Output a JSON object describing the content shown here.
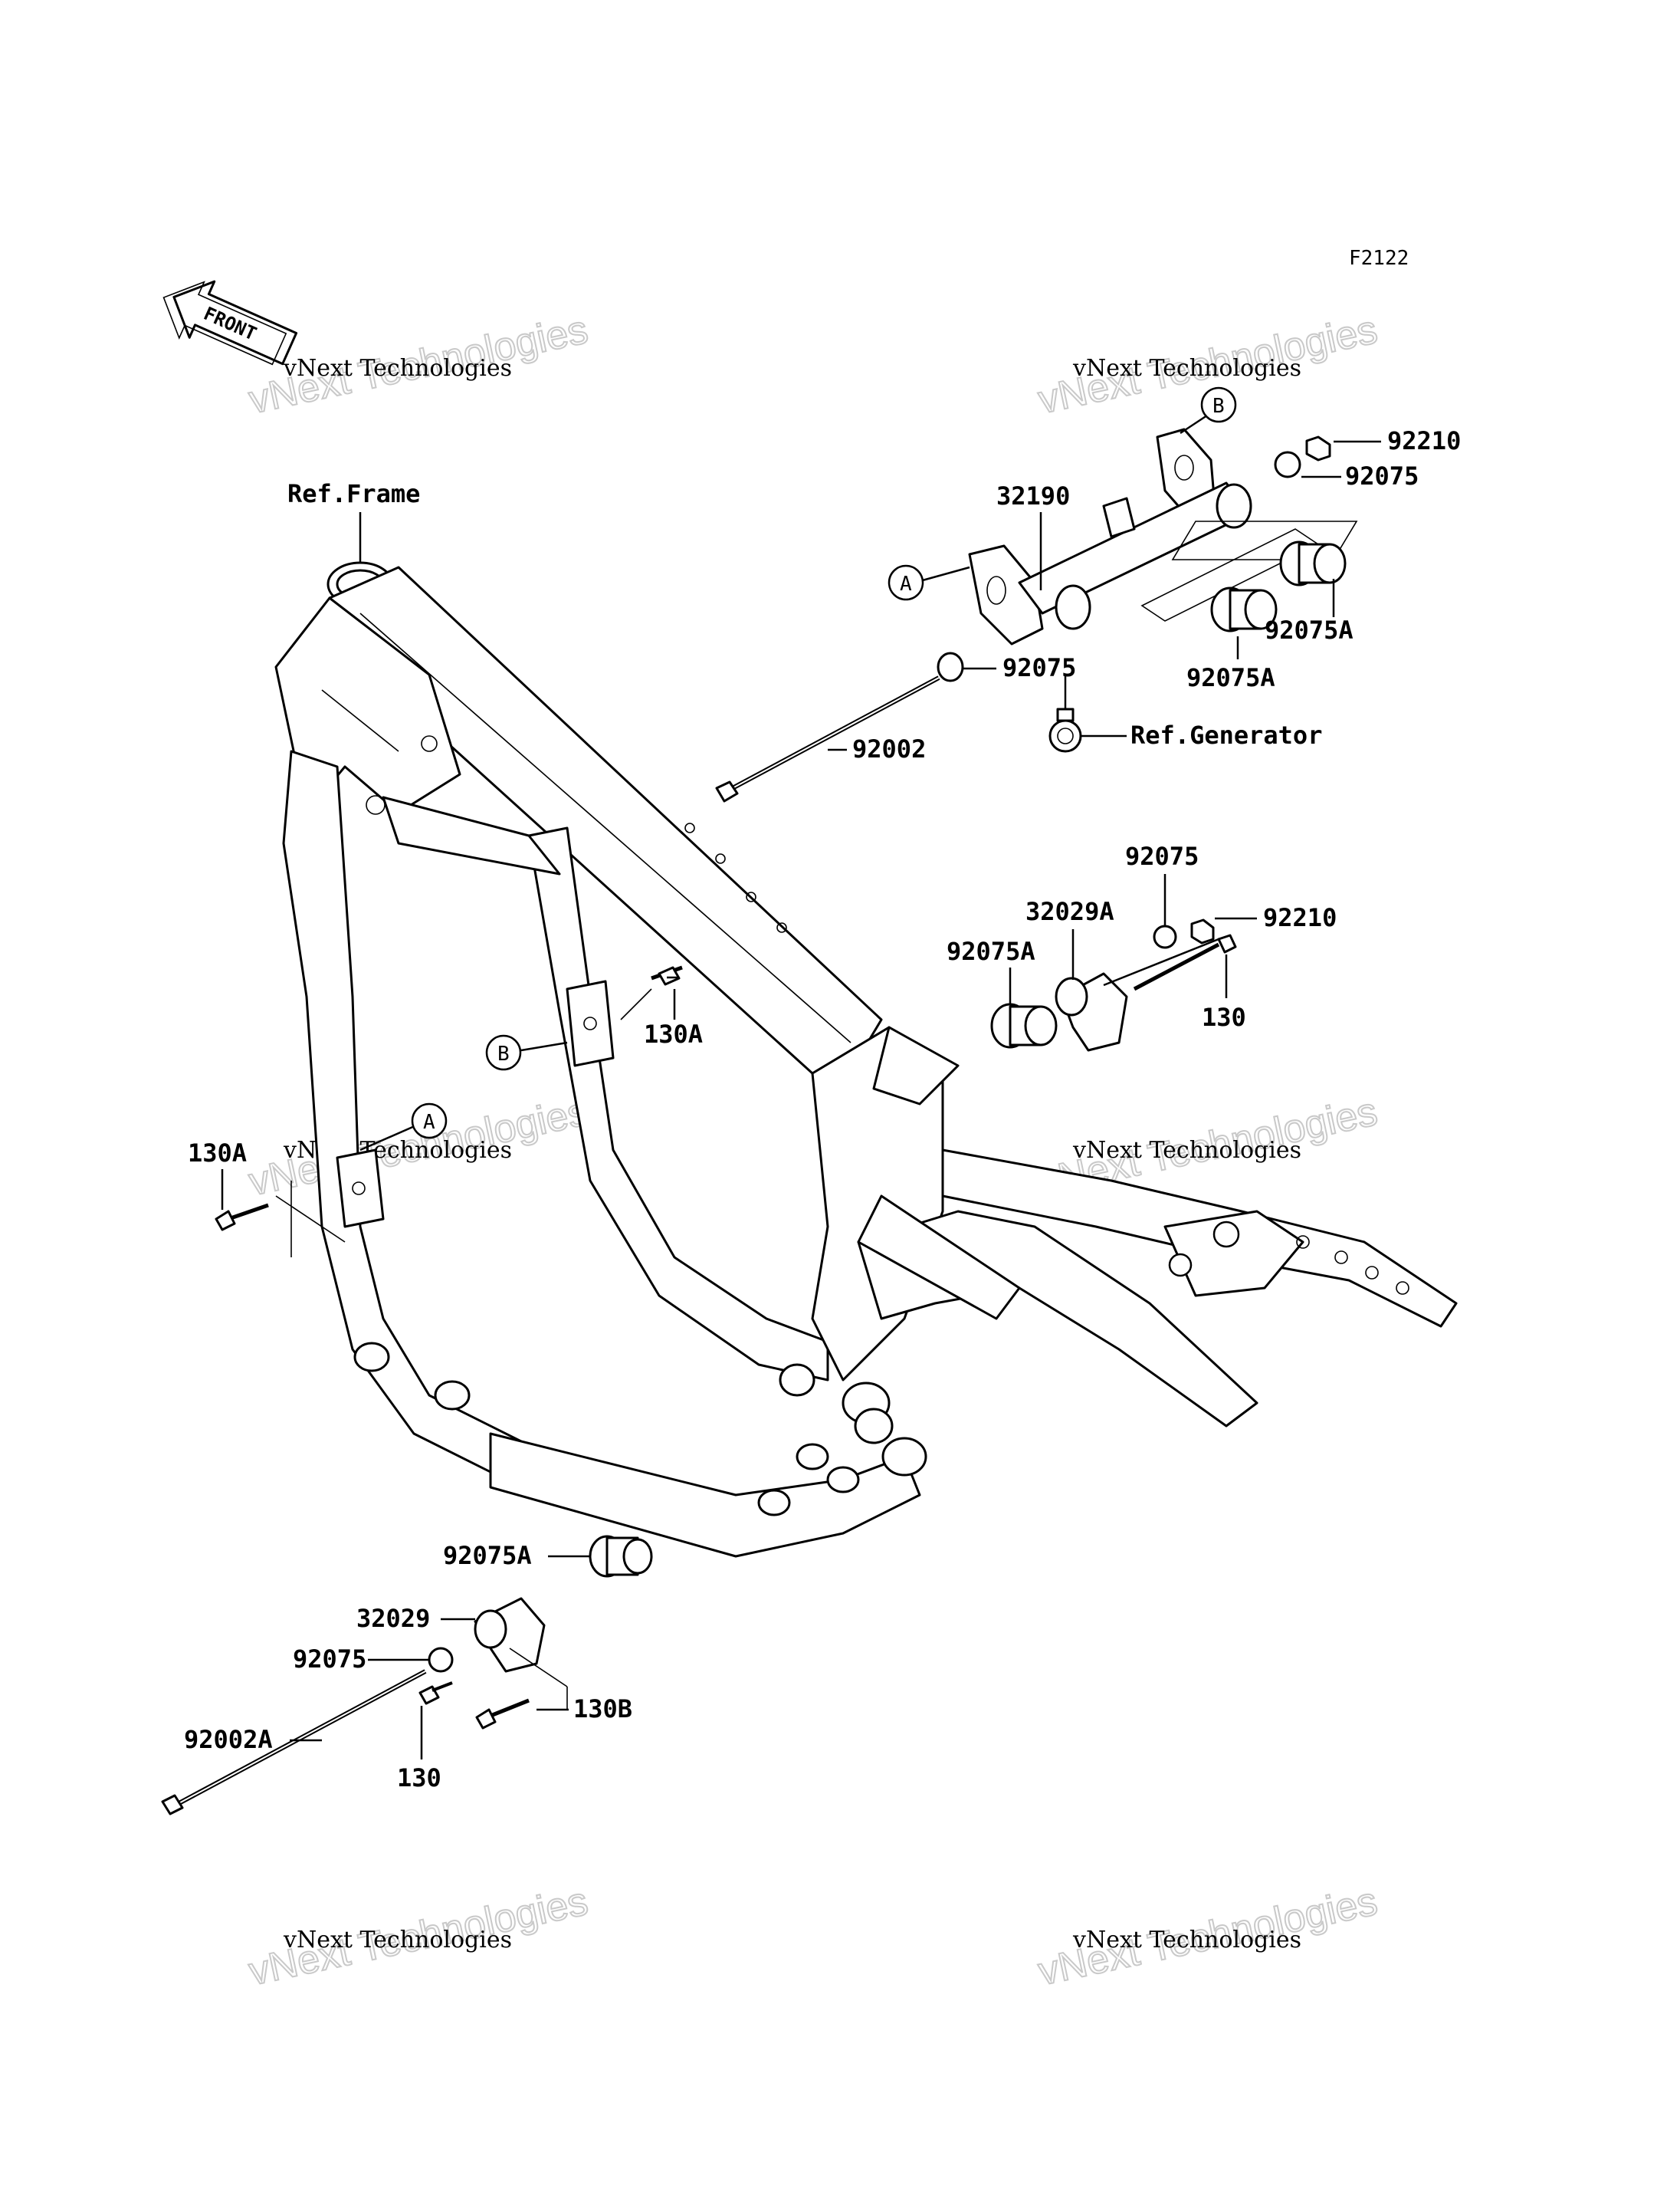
{
  "diagram_id": "F2122",
  "front_label": "FRONT",
  "watermark": {
    "line1": "vNext Technologies",
    "line2": "vNext Technologies"
  },
  "callouts": {
    "A": "A",
    "B": "B"
  },
  "labels": {
    "ref_frame": "Ref.Frame",
    "ref_generator": "Ref.Generator",
    "p92210_top": "92210",
    "p92075_top": "92075",
    "p32190": "32190",
    "p92075A_right": "92075A",
    "p92075A_mid": "92075A",
    "p92075_mid": "92075",
    "p92002": "92002",
    "p92075_r2": "92075",
    "p32029A": "32029A",
    "p92210_r2": "92210",
    "p92075A_r2": "92075A",
    "p130_r2": "130",
    "p130A_mid": "130A",
    "p130A_left": "130A",
    "p92075A_bot": "92075A",
    "p32029": "32029",
    "p92075_bot": "92075",
    "p92002A": "92002A",
    "p130_bot": "130",
    "p130B": "130B"
  }
}
